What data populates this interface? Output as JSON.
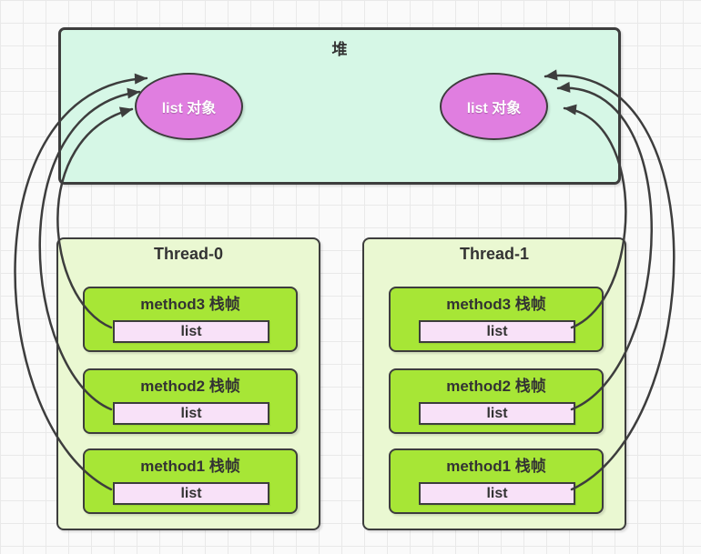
{
  "diagram": {
    "heap": {
      "title": "堆",
      "objects": [
        {
          "label": "list 对象"
        },
        {
          "label": "list 对象"
        }
      ]
    },
    "threads": [
      {
        "title": "Thread-0",
        "frames": [
          {
            "label": "method3 栈帧",
            "variable": "list"
          },
          {
            "label": "method2 栈帧",
            "variable": "list"
          },
          {
            "label": "method1 栈帧",
            "variable": "list"
          }
        ]
      },
      {
        "title": "Thread-1",
        "frames": [
          {
            "label": "method3 栈帧",
            "variable": "list"
          },
          {
            "label": "method2 栈帧",
            "variable": "list"
          },
          {
            "label": "method1 栈帧",
            "variable": "list"
          }
        ]
      }
    ],
    "colors": {
      "heap_fill": "#d6f7e6",
      "object_fill": "#e07ee0",
      "thread_fill": "#eaf8d2",
      "frame_fill": "#a7e636",
      "variable_fill": "#f8e1f8",
      "stroke": "#3d3d3d",
      "grid_line": "#e9e9e9",
      "background": "#fafafa"
    }
  }
}
